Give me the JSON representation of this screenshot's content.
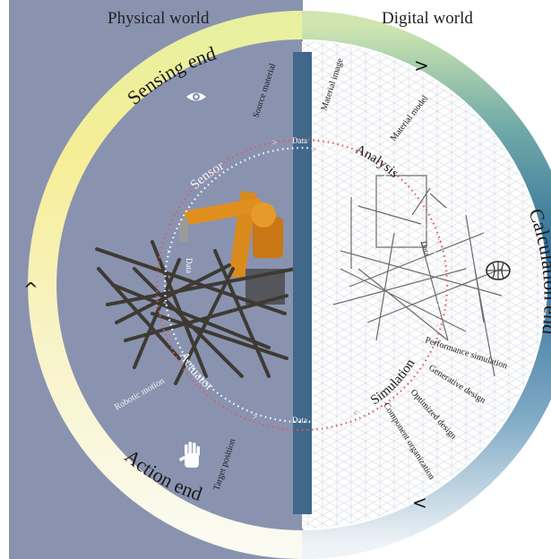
{
  "header": {
    "physical": "Physical world",
    "digital": "Digital world"
  },
  "ends": {
    "sensing": "Sensing end",
    "calculation": "Calculation end",
    "action": "Action end"
  },
  "cycle": {
    "sensor": "Sensor",
    "analysis": "Analysis",
    "simulation": "Simulation",
    "actuator": "Actuator",
    "data": "Data"
  },
  "labels": {
    "source_material": "Source material",
    "material_image": "Material image",
    "material_model": "Material model",
    "performance_simulation": "Performance simulation",
    "generative_design": "Generative design",
    "optimized_design": "Optimized design",
    "component_organization": "Component organization",
    "target_position": "Target position",
    "robotic_motion": "Robotic motion"
  },
  "colors": {
    "physical_bg": "#8993b0",
    "divider": "#41678a",
    "ring_yellow": "#f4ec8c",
    "ring_green": "#a8d4a0",
    "ring_blue": "#2f6c99",
    "ring_pale": "#eaf2f7",
    "dotted_red": "#e25a5a"
  },
  "icons": {
    "sensing": "eye-icon",
    "calculation": "brain-icon",
    "action": "hand-icon"
  }
}
